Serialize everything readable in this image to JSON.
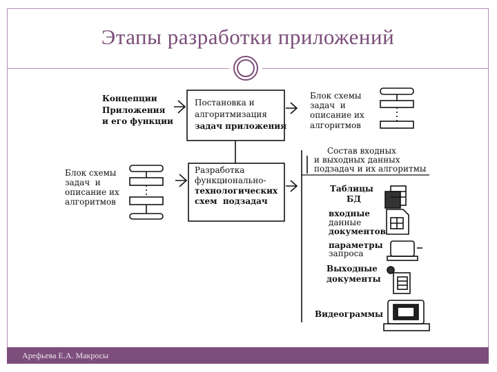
{
  "title": "Этапы разработки приложений",
  "footer": "Арефьева Е.А. Макросы",
  "diagram": {
    "concept": [
      "Концепции",
      "Приложения",
      "и его функции"
    ],
    "setting": [
      "Постановка и",
      "алгоритмизация",
      "задач приложения"
    ],
    "block_top": [
      "Блок схемы",
      "задач  и",
      "описание их",
      "алгоритмов"
    ],
    "block_left": [
      "Блок схемы",
      "задач  и",
      "описание их",
      "алгоритмов"
    ],
    "development": [
      "Разработка",
      "функционально-",
      "технологических",
      "схем  подзадач"
    ],
    "composition": [
      "Состав входных",
      "и выходных данных",
      "подзадач и их алгоритмы"
    ],
    "tables": [
      "Таблицы",
      "БД"
    ],
    "input_docs": [
      "входные",
      "данные",
      "документов"
    ],
    "query_params": [
      "параметры",
      "запроса"
    ],
    "output_docs": [
      "Выходные",
      "документы"
    ],
    "videograms": "Видеограммы"
  },
  "colors": {
    "accent": "#7d4e7c",
    "line": "#b58bb0"
  }
}
